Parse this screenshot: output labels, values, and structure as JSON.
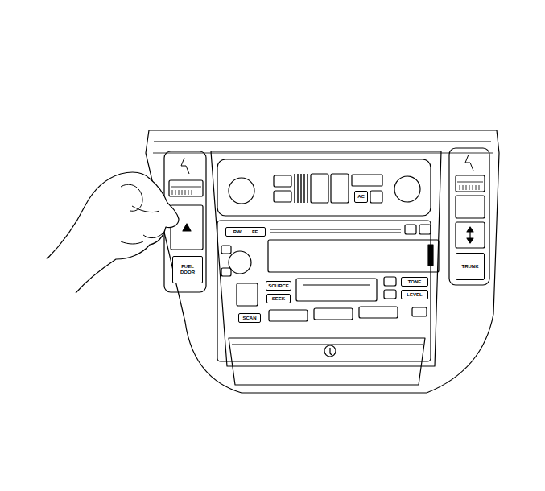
{
  "diagram": {
    "nodes": [
      {
        "text": [
          "FUEL DOOR"
        ]
      },
      {
        "text": [
          "TRUNK"
        ]
      },
      {
        "text": [
          "AC"
        ]
      },
      {
        "text": [
          "RW",
          "FF"
        ]
      },
      {
        "text": [
          "SOURCE"
        ]
      },
      {
        "text": [
          "SEEK"
        ]
      },
      {
        "text": [
          "TONE"
        ]
      },
      {
        "text": [
          "LEVEL"
        ]
      },
      {
        "text": [
          "SCAN"
        ]
      }
    ]
  }
}
